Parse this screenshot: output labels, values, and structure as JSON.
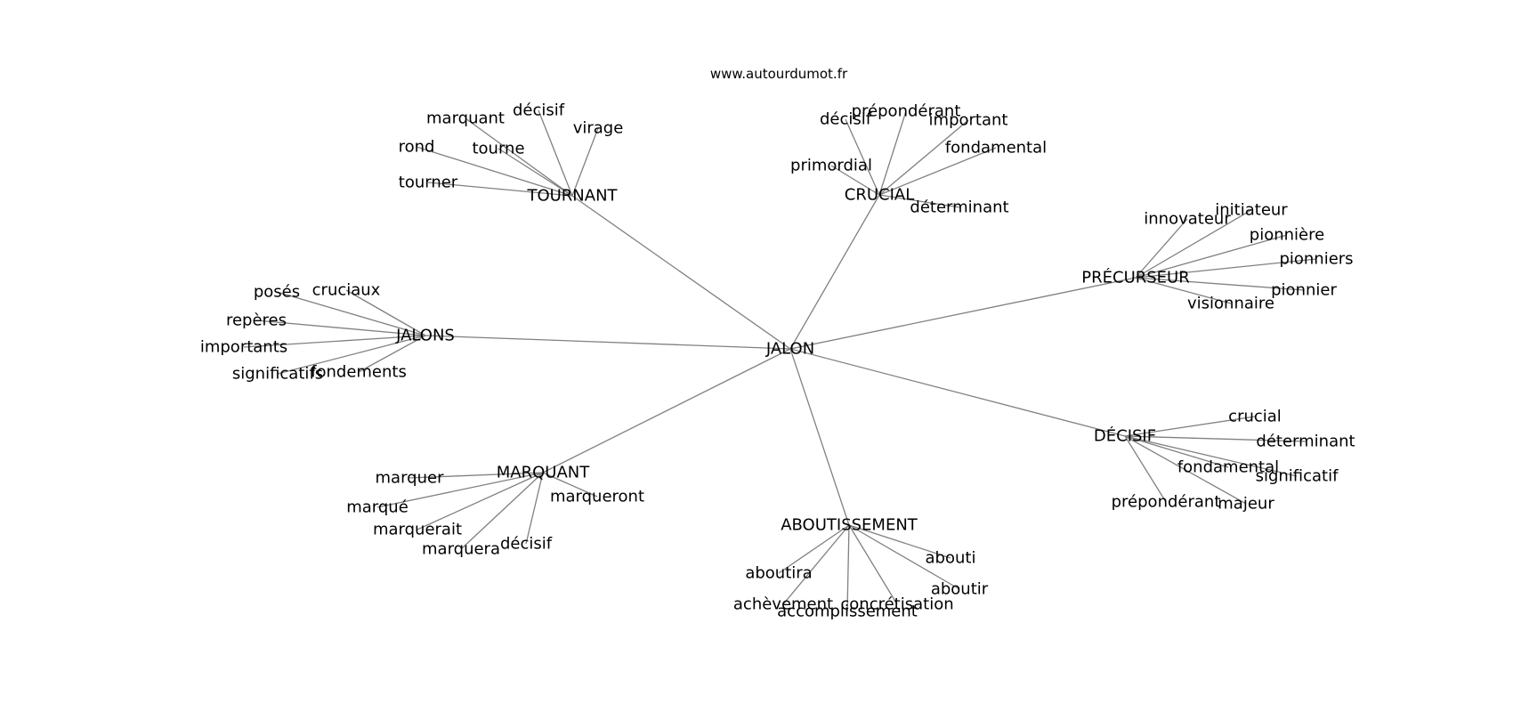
{
  "site": "www.autourdumot.fr",
  "center": "JALON",
  "groups": [
    {
      "hub": "TOURNANT",
      "leaves": [
        "marquant",
        "décisif",
        "virage",
        "rond",
        "tourne",
        "tourner"
      ]
    },
    {
      "hub": "CRUCIAL",
      "leaves": [
        "décisif",
        "prépondérant",
        "important",
        "fondamental",
        "primordial",
        "déterminant"
      ]
    },
    {
      "hub": "PRÉCURSEUR",
      "leaves": [
        "innovateur",
        "initiateur",
        "pionnière",
        "pionniers",
        "pionnier",
        "visionnaire"
      ]
    },
    {
      "hub": "JALONS",
      "leaves": [
        "posés",
        "cruciaux",
        "repères",
        "importants",
        "significatifs",
        "fondements"
      ]
    },
    {
      "hub": "DÉCISIF",
      "leaves": [
        "crucial",
        "déterminant",
        "fondamental",
        "significatif",
        "prépondérant",
        "majeur"
      ]
    },
    {
      "hub": "MARQUANT",
      "leaves": [
        "marquer",
        "marqué",
        "marquerait",
        "marquera",
        "décisif",
        "marqueront"
      ]
    },
    {
      "hub": "ABOUTISSEMENT",
      "leaves": [
        "abouti",
        "aboutira",
        "aboutir",
        "achèvement",
        "concrétisation",
        "accomplissement"
      ]
    }
  ]
}
